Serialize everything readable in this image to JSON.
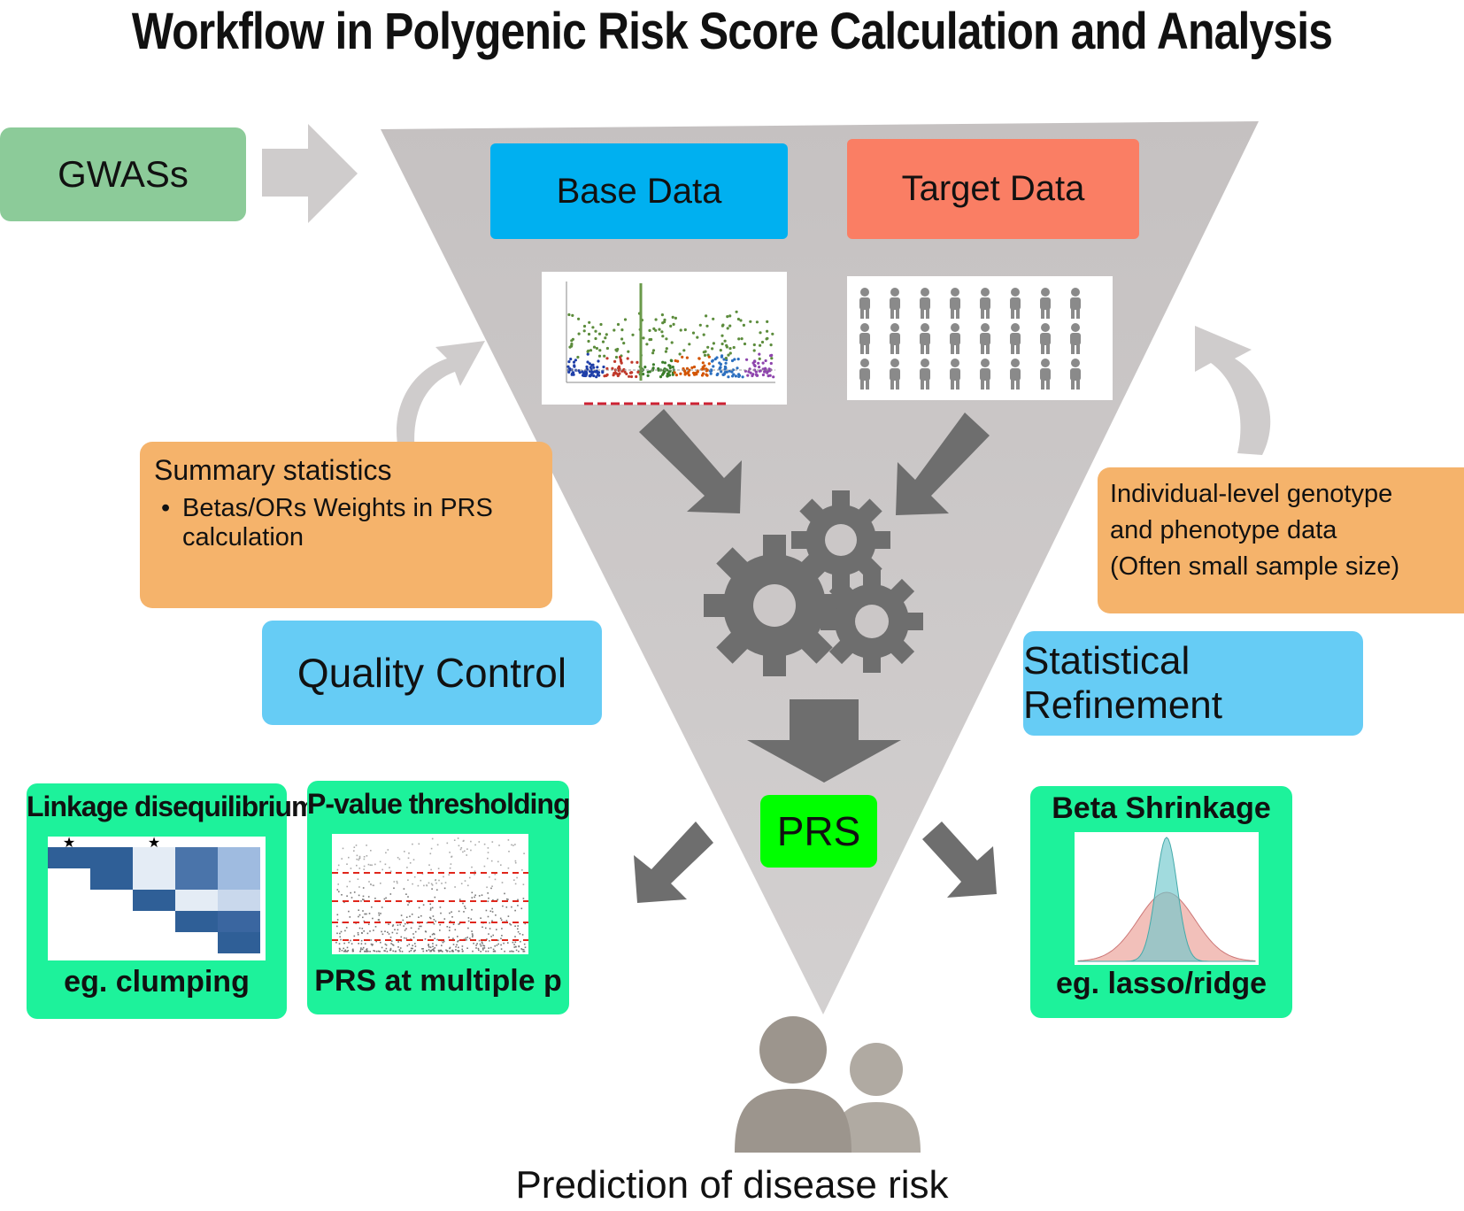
{
  "title": "Workflow in Polygenic Risk Score Calculation and Analysis",
  "inputs": {
    "gwas": "GWASs",
    "base": "Base Data",
    "target": "Target Data"
  },
  "base_notes": {
    "heading": "Summary statistics",
    "bullet": "•",
    "item": "Betas/ORs Weights in PRS calculation"
  },
  "target_notes": {
    "line1": "Individual-level genotype",
    "line2": "and phenotype data",
    "line3": "(Often small sample size)"
  },
  "processes": {
    "qc": "Quality Control",
    "refinement": "Statistical Refinement",
    "prs": "PRS"
  },
  "methods": [
    {
      "title": "Linkage disequilibrium",
      "caption": "eg. clumping"
    },
    {
      "title": "P-value thresholding",
      "caption": "PRS at multiple p"
    },
    {
      "title": "Beta Shrinkage",
      "caption": "eg. lasso/ridge"
    }
  ],
  "outcome": "Prediction of disease risk",
  "icons": [
    "gears-icon",
    "people-icon",
    "person-icon",
    "manhattan-plot-icon",
    "ld-matrix-icon",
    "distribution-curve-icon"
  ],
  "colors": {
    "funnel": "#cbc7c7",
    "arrow": "#6e6e6e",
    "gwas": "#8ccb99",
    "base": "#00b0f0",
    "target": "#fa7e64",
    "notes": "#f5b36b",
    "process": "#66ccf5",
    "prs": "#00ff00",
    "method": "#1df29b"
  }
}
